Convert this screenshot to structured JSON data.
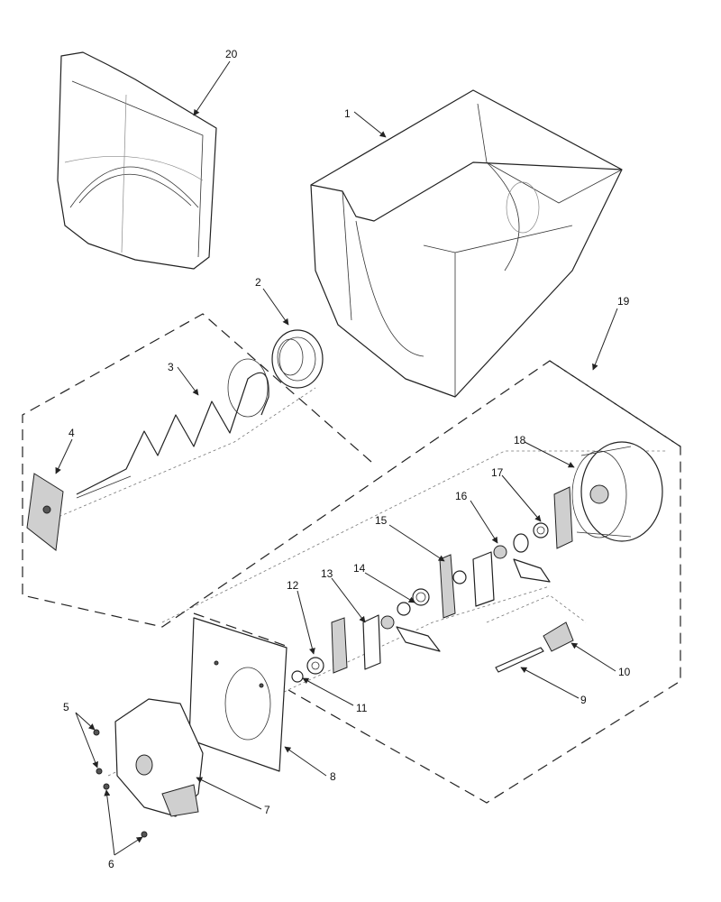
{
  "callouts": {
    "p1": "1",
    "p2": "2",
    "p3": "3",
    "p4": "4",
    "p5": "5",
    "p6": "6",
    "p7": "7",
    "p8": "8",
    "p9": "9",
    "p10": "10",
    "p11": "11",
    "p12": "12",
    "p13": "13",
    "p14": "14",
    "p15": "15",
    "p16": "16",
    "p17": "17",
    "p18": "18",
    "p19": "19",
    "p20": "20"
  }
}
